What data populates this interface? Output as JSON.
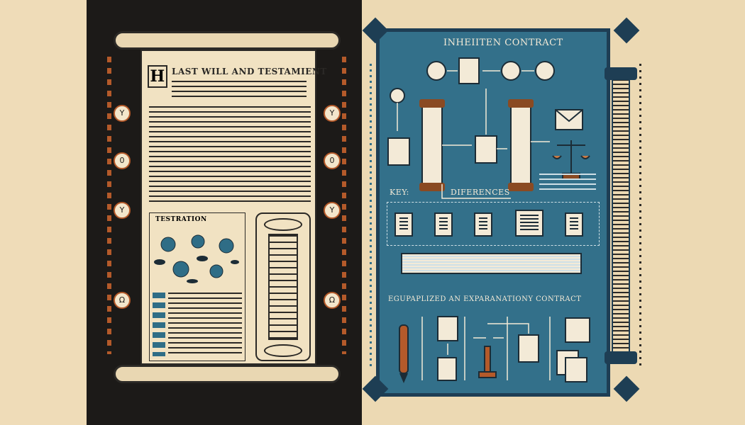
{
  "left_panel": {
    "title": "LAST WILL AND TESTAMIENT",
    "drop_cap": "H",
    "section_label": "TESTRATION"
  },
  "left_side_ornaments": [
    "Y",
    "0",
    "Y",
    "Ω"
  ],
  "right_panel": {
    "title": "INHEIITEN CONTRACT",
    "key_label": "KEY:",
    "differences_label": "DIFERENCES",
    "bottom_label": "EGUPAPLIZED AN EXPARANATIONY CONTRACT"
  },
  "colors": {
    "dark_bg": "#1c1a18",
    "parchment": "#efdcb8",
    "blue_panel": "#33708a",
    "accent_orange": "#b45a2a"
  }
}
